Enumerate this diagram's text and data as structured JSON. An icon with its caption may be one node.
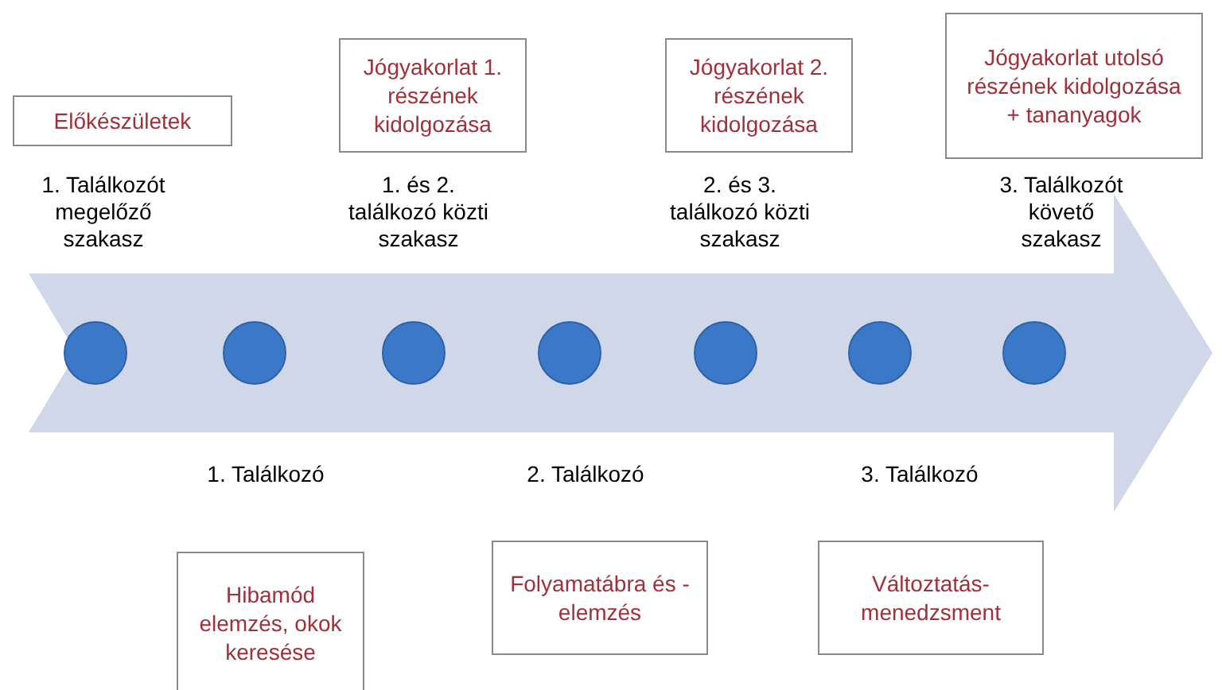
{
  "diagram": {
    "nodes": [
      {
        "text": [
          "Előkészületek"
        ]
      },
      {
        "text": [
          "Jógyakorlat 1. részének kidolgozása"
        ]
      },
      {
        "text": [
          "Jógyakorlat 2. részének kidolgozása"
        ]
      },
      {
        "text": [
          "Jógyakorlat utolsó részének kidolgozása + tananyagok"
        ]
      },
      {
        "text": [],
        "shape": "circle"
      },
      {
        "text": [],
        "shape": "circle"
      },
      {
        "text": [],
        "shape": "circle"
      },
      {
        "text": [],
        "shape": "circle"
      },
      {
        "text": [],
        "shape": "circle"
      },
      {
        "text": [],
        "shape": "circle"
      },
      {
        "text": [],
        "shape": "circle"
      },
      {
        "text": [
          "Hibamód elemzés, okok keresése"
        ]
      },
      {
        "text": [
          "Folyamatábra és -elemzés"
        ]
      },
      {
        "text": [
          "Változtatás-menedzsment"
        ]
      }
    ],
    "edges": [],
    "labels": [
      "1. Találkozót megelőző szakasz",
      "1. és 2. találkozó közti szakasz",
      "2. és 3. találkozó közti szakasz",
      "3. Találkozót követő szakasz",
      "1. Találkozó",
      "2. Találkozó",
      "3. Találkozó"
    ]
  }
}
